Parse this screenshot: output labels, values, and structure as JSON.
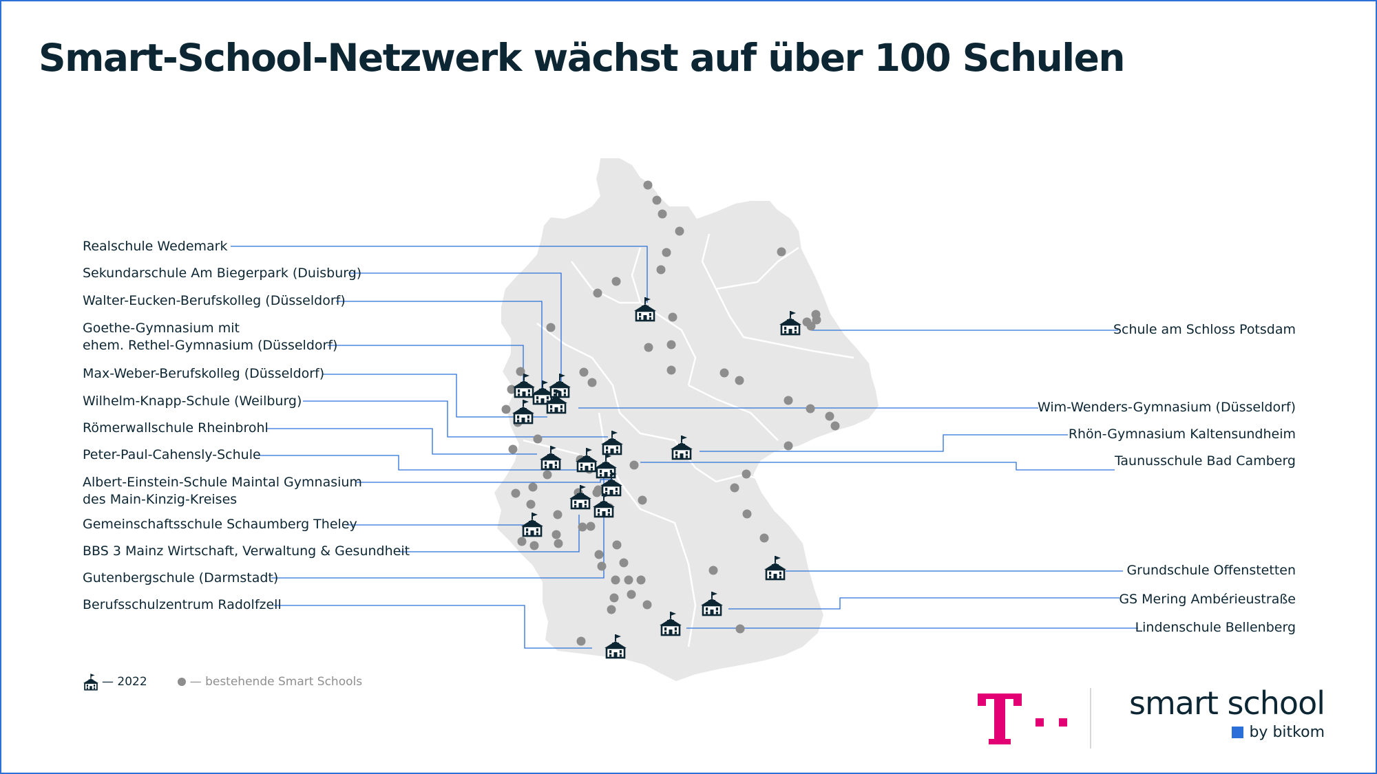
{
  "title": "Smart-School-Netzwerk wächst auf über 100 Schulen",
  "map": {
    "region": "Deutschland",
    "colors": {
      "land": "#e7e7e7",
      "borders": "#ffffff",
      "existing_dot": "#8d8d8d",
      "new_school_icon": "#0d2633",
      "leader_line": "#2b6fd9"
    }
  },
  "schools_2022_left": [
    "Realschule Wedemark",
    "Sekundarschule Am Biegerpark (Duisburg)",
    "Walter-Eucken-Berufskolleg (Düsseldorf)",
    "Goethe-Gymnasium mit",
    "ehem. Rethel-Gymnasium (Düsseldorf)",
    "Max-Weber-Berufskolleg (Düsseldorf)",
    "Wilhelm-Knapp-Schule (Weilburg)",
    "Römerwallschule Rheinbrohl",
    "Peter-Paul-Cahensly-Schule",
    "Albert-Einstein-Schule Maintal Gymnasium",
    "des Main-Kinzig-Kreises",
    "Gemeinschaftsschule Schaumberg Theley",
    "BBS 3 Mainz Wirtschaft, Verwaltung & Gesundheit",
    "Gutenbergschule (Darmstadt)",
    "Berufsschulzentrum Radolfzell"
  ],
  "schools_2022_right": [
    "Schule am Schloss Potsdam",
    "Wim-Wenders-Gymnasium (Düsseldorf)",
    "Rhön-Gymnasium Kaltensundheim",
    "Taunusschule Bad Camberg",
    "Grundschule Offenstetten",
    "GS Mering Ambérieustraße",
    "Lindenschule Bellenberg"
  ],
  "legend": {
    "new_label": "— 2022",
    "existing_label": "— bestehende Smart Schools",
    "new_icon": "school-icon",
    "existing_icon": "dot-icon"
  },
  "logos": {
    "telekom_mark": "T · ·",
    "telekom_color": "#e20074",
    "brand_name": "smart school",
    "brand_sub": "by bitkom",
    "brand_accent": "#2b6fd9"
  }
}
